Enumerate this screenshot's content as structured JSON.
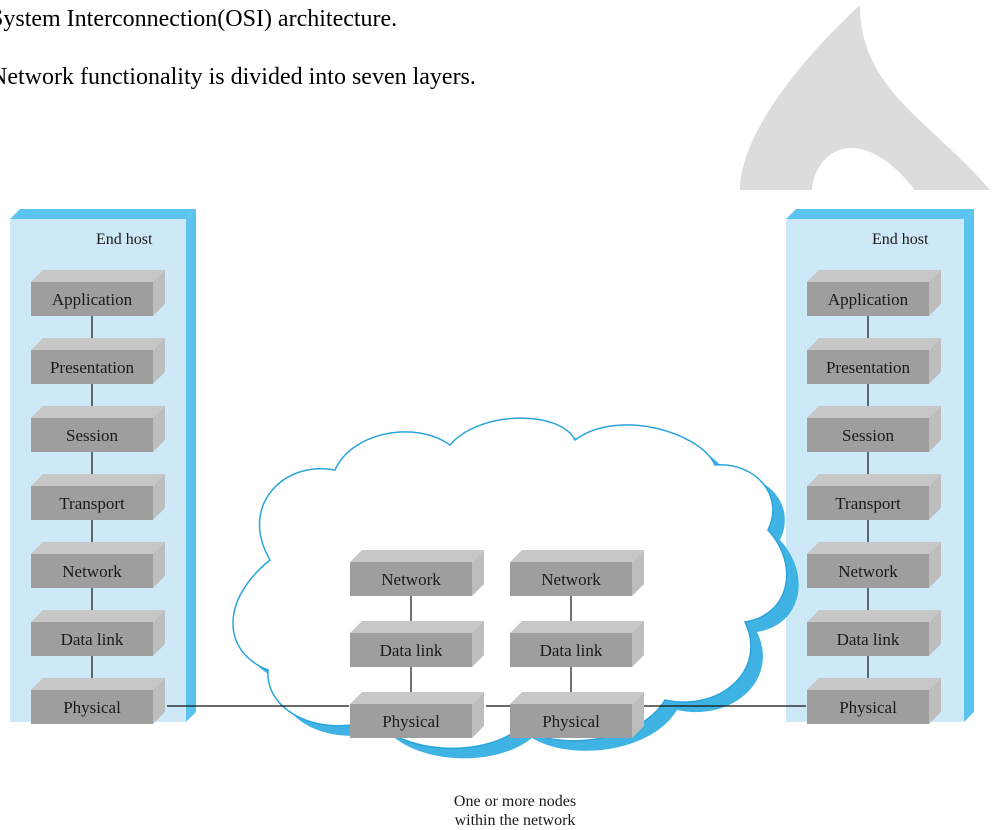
{
  "text": {
    "line1": "System Interconnection(OSI) architecture.",
    "line2": "Network functionality is divided into seven layers."
  },
  "diagram": {
    "left_host": {
      "title": "End host",
      "layers": [
        "Application",
        "Presentation",
        "Session",
        "Transport",
        "Network",
        "Data link",
        "Physical"
      ]
    },
    "right_host": {
      "title": "End host",
      "layers": [
        "Application",
        "Presentation",
        "Session",
        "Transport",
        "Network",
        "Data link",
        "Physical"
      ]
    },
    "network_nodes": [
      {
        "layers": [
          "Network",
          "Data link",
          "Physical"
        ]
      },
      {
        "layers": [
          "Network",
          "Data link",
          "Physical"
        ]
      }
    ],
    "cloud_caption": [
      "One or more nodes",
      "within the network"
    ]
  },
  "colors": {
    "host_fill": "#cde9f8",
    "host_edge": "#5bc4ee",
    "box_front": "#9e9e9e",
    "box_top": "#c7c7c7",
    "box_side": "#bdbdbd",
    "cloud_stroke": "#2aa5db",
    "cloud_shadow": "#3fb3e4",
    "logo": "#dcdcdc"
  }
}
